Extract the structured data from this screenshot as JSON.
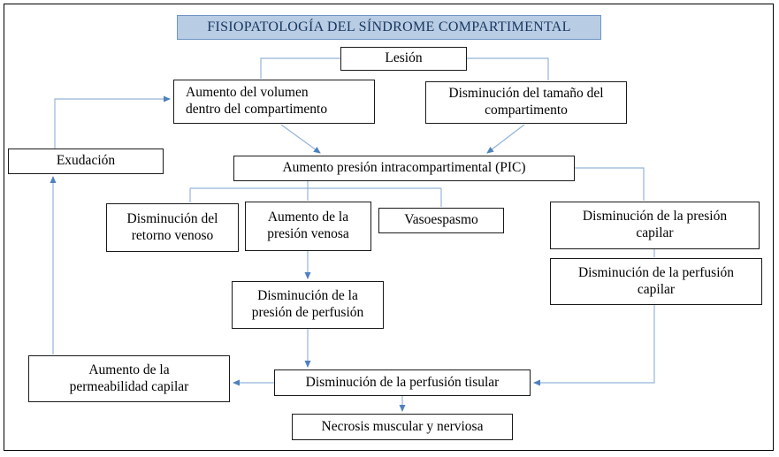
{
  "title": "FISIOPATOLOGÍA DEL SÍNDROME COMPARTIMENTAL",
  "nodes": {
    "lesion": "Lesión",
    "volumen": "Aumento del volumen\ndentro del compartimento",
    "tamano": "Disminución del tamaño del\ncompartimento",
    "exudacion": "Exudación",
    "pic": "Aumento presión intracompartimental (PIC)",
    "retorno_venoso": "Disminución del\nretorno venoso",
    "presion_venosa": "Aumento de la\npresión venosa",
    "vasoespasmo": "Vasoespasmo",
    "presion_capilar": "Disminución de la presión\ncapilar",
    "perfusion_capilar": "Disminución de la perfusión\ncapilar",
    "presion_perfusion": "Disminución de la\npresión de perfusión",
    "permeabilidad_capilar": "Aumento de la\npermeabilidad capilar",
    "perfusion_tisular": "Disminución de la perfusión tisular",
    "necrosis": "Necrosis muscular y nerviosa"
  },
  "edges": [
    {
      "from": "lesion",
      "to": "volumen"
    },
    {
      "from": "lesion",
      "to": "tamano"
    },
    {
      "from": "volumen",
      "to": "pic"
    },
    {
      "from": "tamano",
      "to": "pic"
    },
    {
      "from": "pic",
      "to": "retorno_venoso"
    },
    {
      "from": "pic",
      "to": "presion_venosa"
    },
    {
      "from": "pic",
      "to": "vasoespasmo"
    },
    {
      "from": "pic",
      "to": "presion_capilar"
    },
    {
      "from": "presion_capilar",
      "to": "perfusion_capilar"
    },
    {
      "from": "perfusion_capilar",
      "to": "perfusion_tisular"
    },
    {
      "from": "presion_venosa",
      "to": "presion_perfusion"
    },
    {
      "from": "presion_perfusion",
      "to": "perfusion_tisular"
    },
    {
      "from": "perfusion_tisular",
      "to": "permeabilidad_capilar"
    },
    {
      "from": "permeabilidad_capilar",
      "to": "exudacion"
    },
    {
      "from": "exudacion",
      "to": "volumen"
    },
    {
      "from": "perfusion_tisular",
      "to": "necrosis"
    }
  ],
  "colors": {
    "title_bg": "#b8cce4",
    "title_border": "#6f94c4",
    "title_text": "#17375e",
    "box_bg": "#ffffff",
    "box_border": "#1a1a1a",
    "line": "#95b3d7",
    "arrow": "#4f81bd",
    "frame_border": "#000000"
  }
}
